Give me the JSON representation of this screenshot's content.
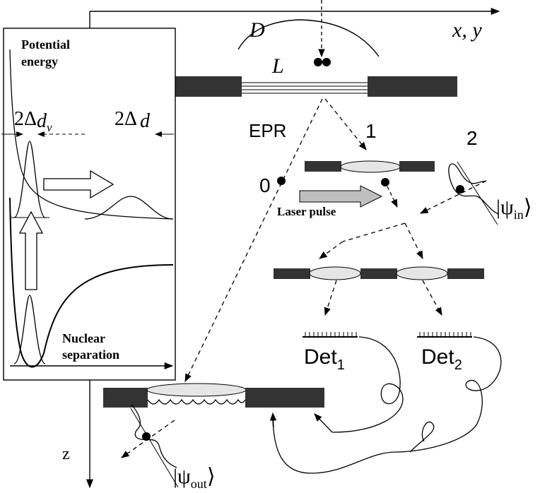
{
  "axes": {
    "xy_label": "x, y",
    "z_label": "z"
  },
  "source": {
    "d_label": "D",
    "l_label": "L",
    "epr_label": "EPR"
  },
  "paths": {
    "path0_label": "0",
    "path1_label": "1",
    "path2_label": "2"
  },
  "laser": {
    "label": "Laser pulse"
  },
  "states": {
    "psi_in": {
      "symbol": "|ψ",
      "sub": "in",
      "close": "⟩"
    },
    "psi_out": {
      "symbol": "|ψ",
      "sub": "out",
      "close": "⟩"
    }
  },
  "detectors": [
    {
      "name": "Det",
      "sub": "1"
    },
    {
      "name": "Det",
      "sub": "2"
    }
  ],
  "inset": {
    "title_line1": "Potential",
    "title_line2": "energy",
    "xlabel_line1": "Nuclear",
    "xlabel_line2": "separation",
    "delta_dv": {
      "main": "2Δ",
      "var": "d",
      "sub": "v"
    },
    "delta_d": {
      "main": "2Δ",
      "var": "d"
    }
  },
  "colors": {
    "bar": "#333333",
    "lens": "#e6e6e6",
    "laser_arrow": "#bfbfbf"
  }
}
